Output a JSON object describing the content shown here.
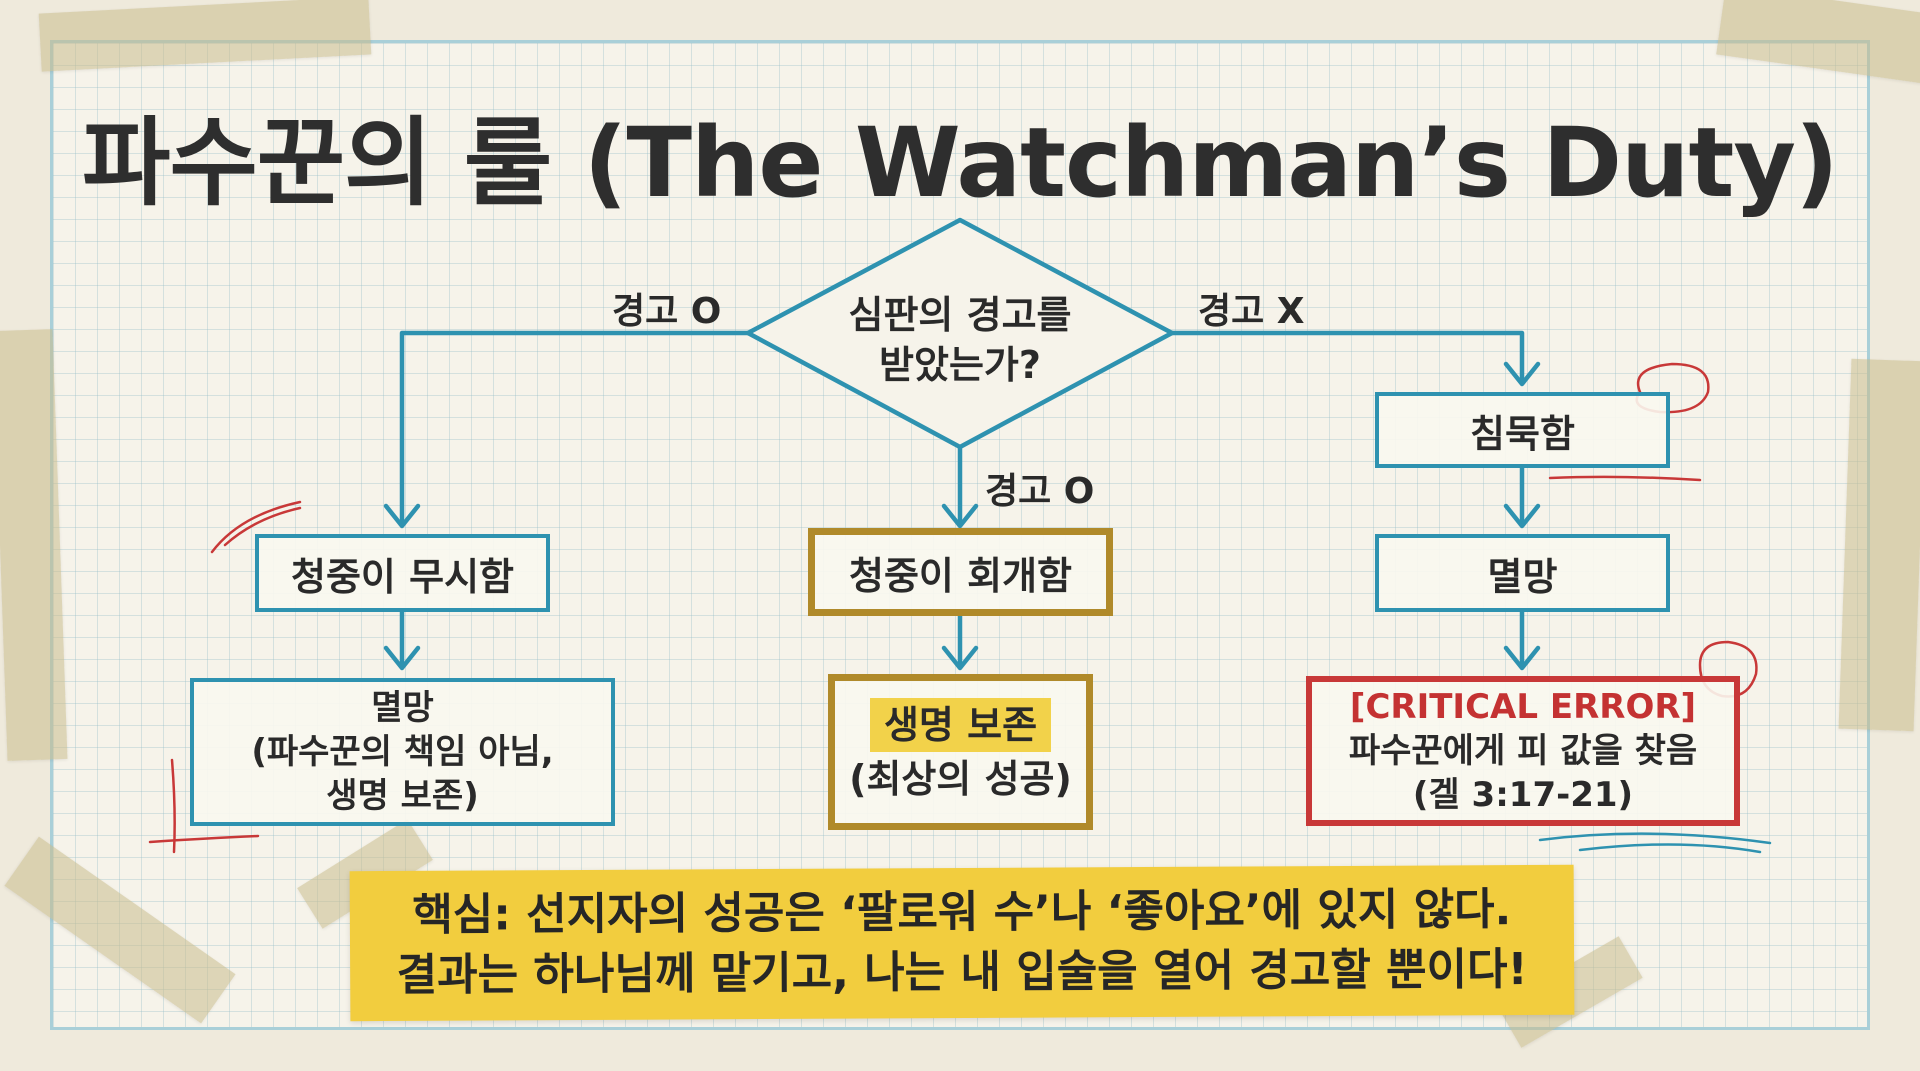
{
  "title": "파수꾼의 룰 (The Watchman’s Duty)",
  "decision": {
    "line1": "심판의 경고를",
    "line2": "받았는가?"
  },
  "edges": {
    "left": "경고 O",
    "center": "경고 O",
    "right": "경고 X"
  },
  "left_branch": {
    "step1": "청중이 무시함",
    "result": {
      "line1": "멸망",
      "line2": "(파수꾼의 책임 아님,",
      "line3": "생명 보존)"
    }
  },
  "center_branch": {
    "step1": "청중이 회개함",
    "result": {
      "line1": "생명 보존",
      "line2": "(최상의 성공)"
    }
  },
  "right_branch": {
    "step1": "침묵함",
    "step2": "멸망",
    "result": {
      "line1": "[CRITICAL ERROR]",
      "line2": "파수꾼에게 피 값을 찾음",
      "line3": "(겔 3:17-21)"
    }
  },
  "banner": {
    "line1": "핵심: 선지자의 성공은 ‘팔로워 수’나 ‘좋아요’에 있지 않다.",
    "line2": "결과는 하나님께 맡기고, 나는 내 입술을 열어 경고할 뿐이다!"
  },
  "colors": {
    "blue": "#2e92b0",
    "gold": "#b08a2a",
    "red": "#c83838",
    "highlight": "#f2d24a",
    "banner": "#f2cd3e"
  }
}
